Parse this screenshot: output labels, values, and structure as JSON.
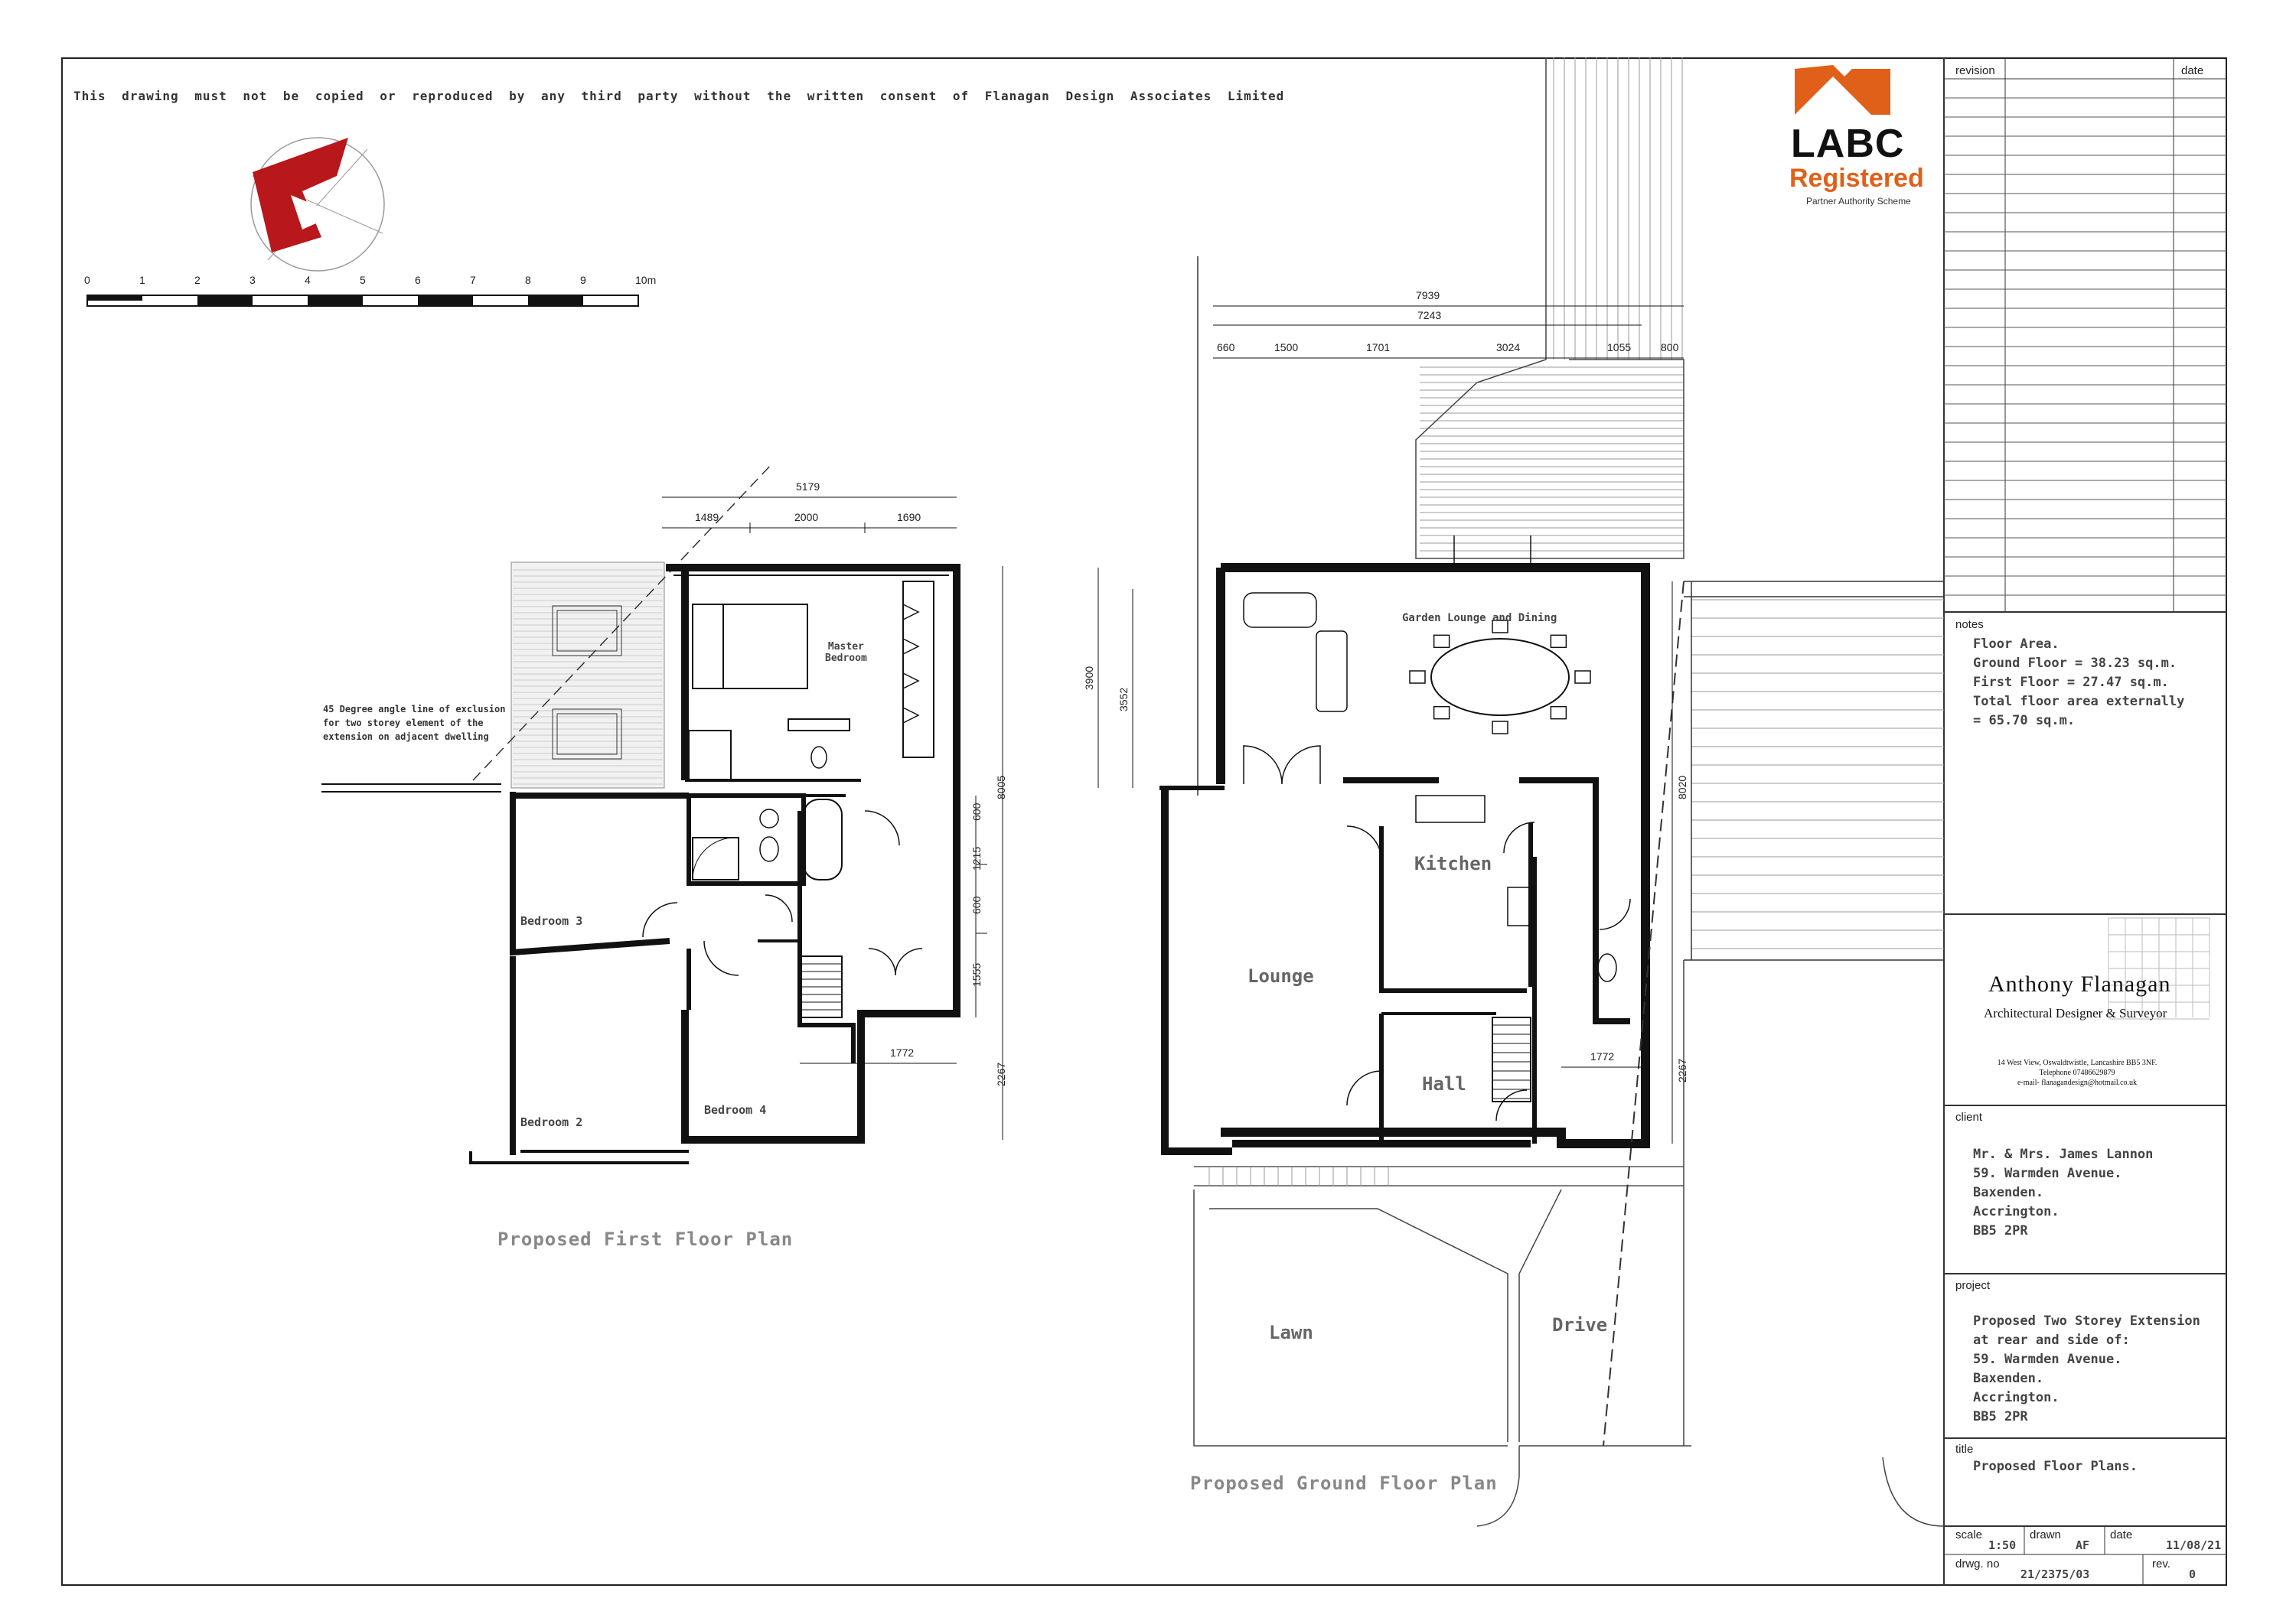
{
  "notice": "This drawing must not be copied or reproduced by any third party without the written consent of Flanagan Design Associates Limited",
  "labc": {
    "word": "LABC",
    "registered": "Registered",
    "sub": "Partner Authority Scheme",
    "brand_color": "#e0601a"
  },
  "scale_bar": {
    "labels": [
      "0",
      "1",
      "2",
      "3",
      "4",
      "5",
      "6",
      "7",
      "8",
      "9",
      "10m"
    ]
  },
  "titleblock": {
    "revision_label": "revision",
    "date_label": "date",
    "notes_label": "notes",
    "notes_text": "Floor Area.\nGround Floor = 38.23 sq.m.\nFirst Floor = 27.47 sq.m.\nTotal floor area externally\n= 65.70 sq.m.",
    "company_name": "Anthony Flanagan",
    "company_role": "Architectural Designer & Surveyor",
    "company_address": "14 West View, Oswaldtwistle, Lancashire BB5 3NF.\nTelephone 07486629879\ne-mail- flanagandesign@hotmail.co.uk",
    "client_label": "client",
    "client_text": "Mr. & Mrs. James Lannon\n59. Warmden Avenue.\nBaxenden.\nAccrington.\nBB5 2PR",
    "project_label": "project",
    "project_text": "Proposed Two Storey Extension\nat rear and side of:\n59. Warmden Avenue.\nBaxenden.\nAccrington.\nBB5 2PR",
    "title_label": "title",
    "title_text": "Proposed Floor Plans.",
    "scale_label": "scale",
    "scale_value": "1:50",
    "drawn_label": "drawn",
    "drawn_value": "AF",
    "date2_label": "date",
    "date_value": "11/08/21",
    "drwg_label": "drwg. no",
    "drwg_value": "21/2375/03",
    "rev_label": "rev.",
    "rev_value": "0"
  },
  "first_floor": {
    "title": "Proposed First Floor Plan",
    "rooms": {
      "master": "Master\nBedroom",
      "bed3": "Bedroom 3",
      "bed2": "Bedroom 2",
      "bed4": "Bedroom 4"
    },
    "note45": "45 Degree angle line of exclusion\nfor two storey element of the\nextension on adjacent dwelling",
    "dims": {
      "overall": "5179",
      "d1": "1489",
      "d2": "2000",
      "d3": "1690",
      "v1": "8005",
      "v2": "600",
      "v3": "1215",
      "v4": "600",
      "v5": "1555",
      "v6": "2267",
      "h_low": "1772"
    }
  },
  "ground_floor": {
    "title": "Proposed Ground Floor Plan",
    "rooms": {
      "garden": "Garden Lounge and Dining",
      "kitchen": "Kitchen",
      "lounge": "Lounge",
      "hall": "Hall",
      "lawn": "Lawn",
      "drive": "Drive"
    },
    "dims": {
      "o1": "7939",
      "o2": "7243",
      "d1": "660",
      "d2": "1500",
      "d3": "1701",
      "d4": "3024",
      "d5": "1055",
      "d6": "800",
      "v1": "3900",
      "v2": "3552",
      "v3": "8020",
      "v4": "2267",
      "h_low": "1772"
    }
  }
}
